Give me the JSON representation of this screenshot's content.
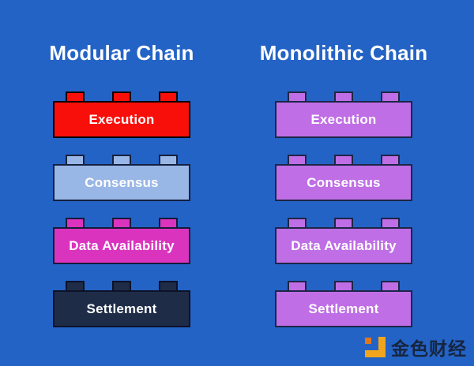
{
  "background_color": "#2463c6",
  "title_color": "#ffffff",
  "columns": [
    {
      "title": "Modular Chain",
      "blocks": [
        {
          "label": "Execution",
          "fill": "#f90f0a",
          "border": "#070200",
          "text_color": "#ffffff"
        },
        {
          "label": "Consensus",
          "fill": "#99b7e6",
          "border": "#15213f",
          "text_color": "#ffffff"
        },
        {
          "label": "Data Availability",
          "fill": "#da34bf",
          "border": "#141b3a",
          "text_color": "#ffffff"
        },
        {
          "label": "Settlement",
          "fill": "#1e2c48",
          "border": "#0c1228",
          "text_color": "#ffffff"
        }
      ]
    },
    {
      "title": "Monolithic Chain",
      "blocks": [
        {
          "label": "Execution",
          "fill": "#bf6ee5",
          "border": "#1d2646",
          "text_color": "#ffffff"
        },
        {
          "label": "Consensus",
          "fill": "#bf6ee5",
          "border": "#1d2646",
          "text_color": "#ffffff"
        },
        {
          "label": "Data Availability",
          "fill": "#bf6ee5",
          "border": "#1d2646",
          "text_color": "#ffffff"
        },
        {
          "label": "Settlement",
          "fill": "#bf6ee5",
          "border": "#1d2646",
          "text_color": "#ffffff"
        }
      ]
    }
  ],
  "watermark": {
    "text": "金色财经",
    "text_color": "#16253f",
    "icon_name": "golden-finance-logo",
    "icon_colors": {
      "dot": "#e2761d",
      "bracket": "#f0a51d"
    }
  }
}
